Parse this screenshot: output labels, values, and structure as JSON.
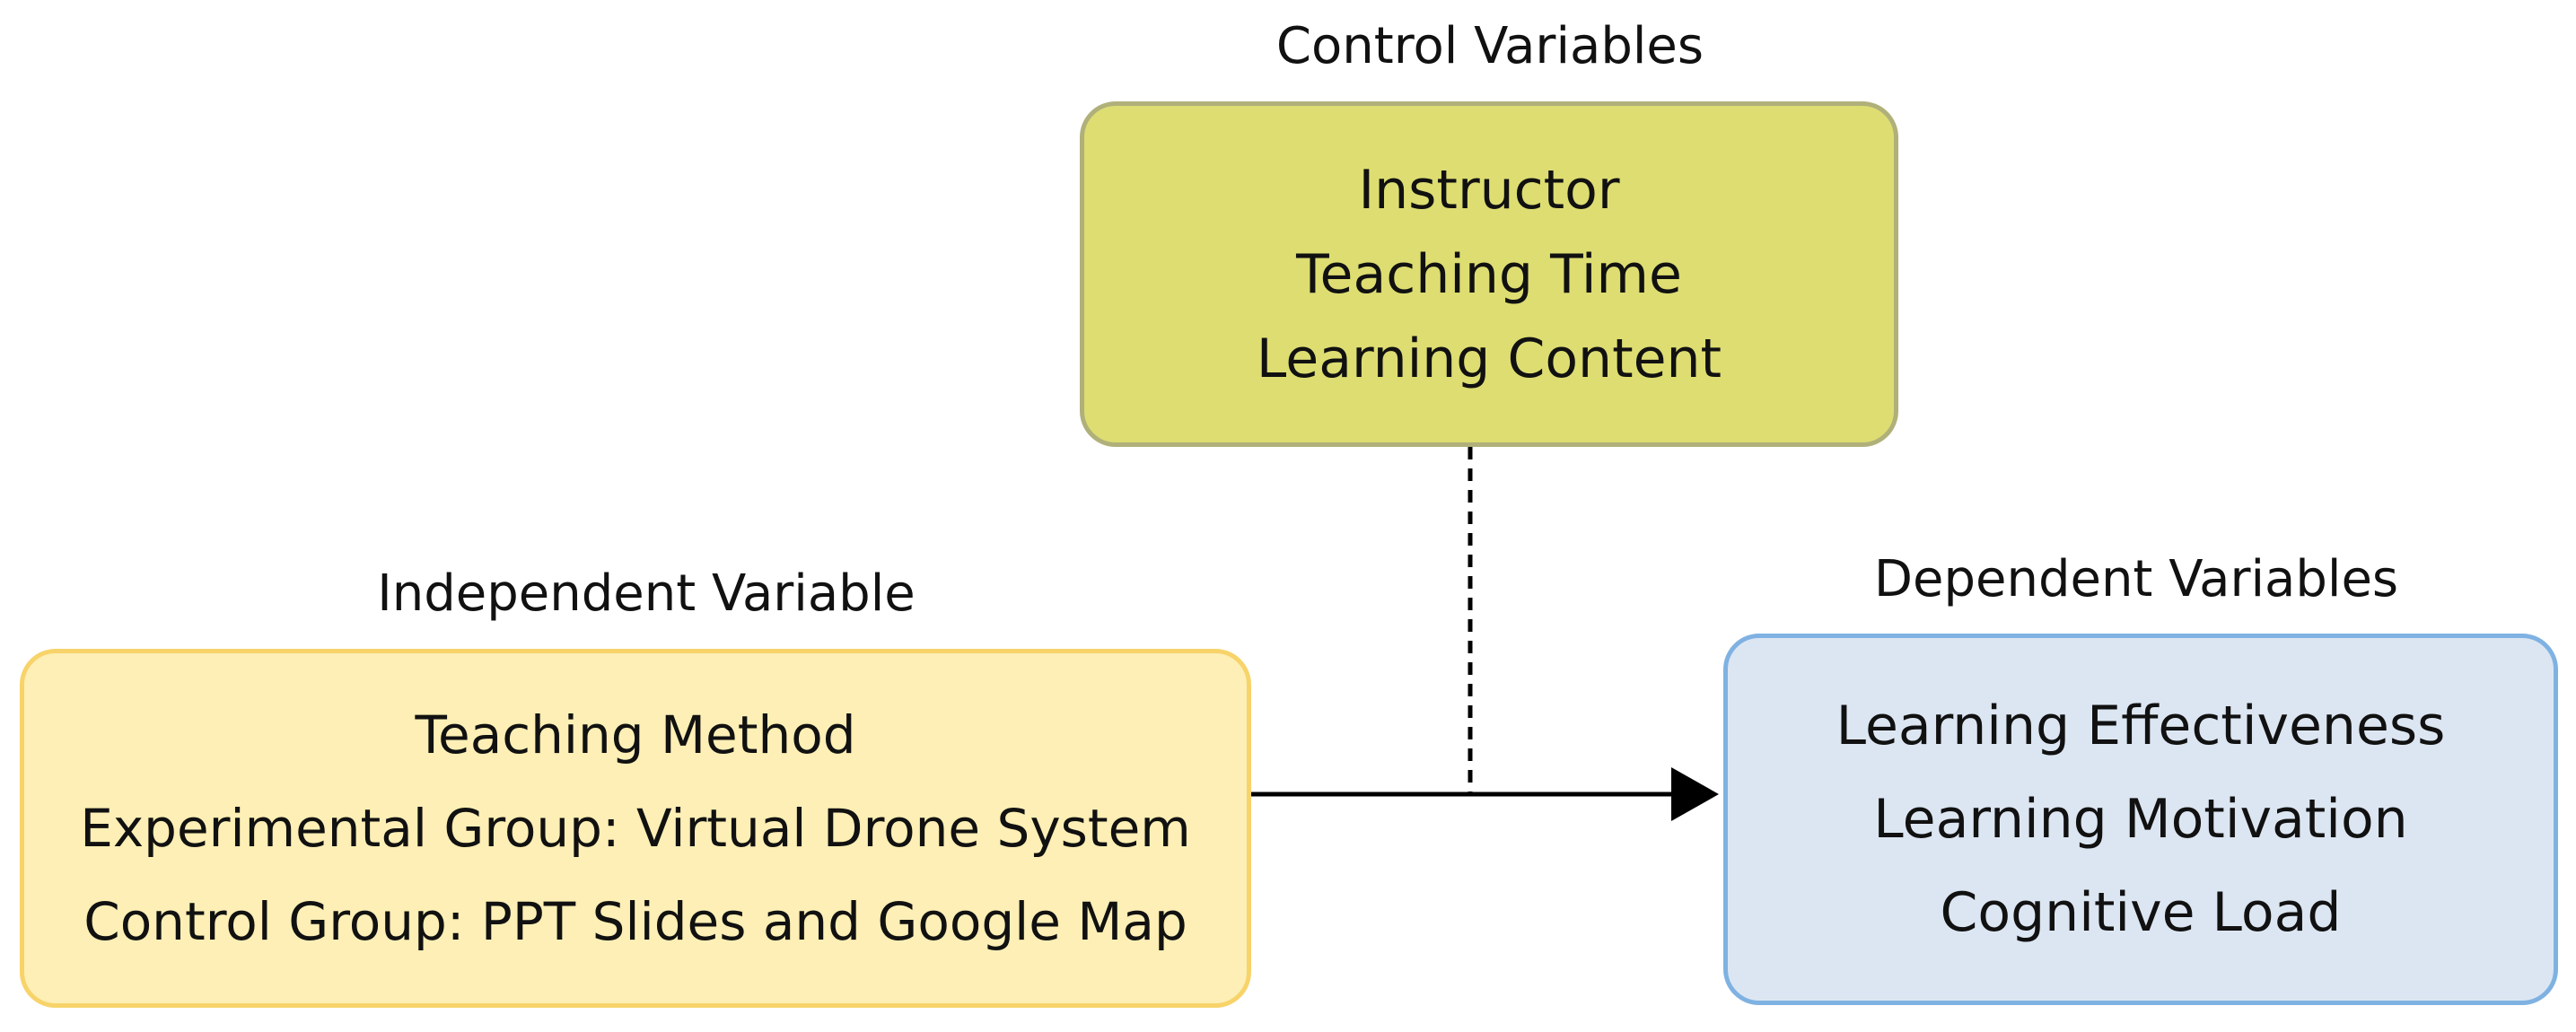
{
  "control": {
    "heading": "Control Variables",
    "items": [
      "Instructor",
      "Teaching Time",
      "Learning Content"
    ]
  },
  "independent": {
    "heading": "Independent Variable",
    "items": [
      "Teaching Method",
      "Experimental Group: Virtual Drone System",
      "Control Group: PPT Slides and Google Map"
    ]
  },
  "dependent": {
    "heading": "Dependent Variables",
    "items": [
      "Learning Effectiveness",
      "Learning Motivation",
      "Cognitive Load"
    ]
  },
  "colors": {
    "control_fill": "#dddd72",
    "independent_fill": "#fdefb5",
    "dependent_fill": "#dce6f2",
    "line": "#000000"
  }
}
